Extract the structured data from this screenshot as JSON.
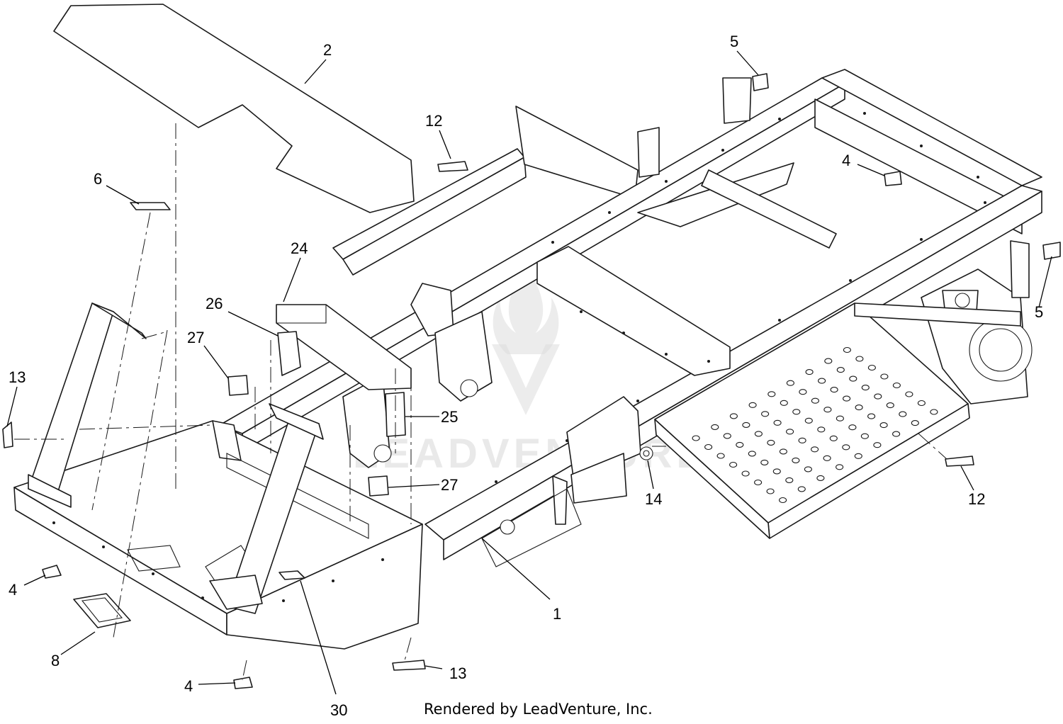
{
  "footer": {
    "credit": "Rendered by LeadVenture, Inc."
  },
  "watermark": {
    "brand": "LEADVENTURE"
  },
  "callouts": [
    {
      "id": "c1",
      "label": "1"
    },
    {
      "id": "c2",
      "label": "2"
    },
    {
      "id": "c4a",
      "label": "4"
    },
    {
      "id": "c4b",
      "label": "4"
    },
    {
      "id": "c4c",
      "label": "4"
    },
    {
      "id": "c5a",
      "label": "5"
    },
    {
      "id": "c5b",
      "label": "5"
    },
    {
      "id": "c6",
      "label": "6"
    },
    {
      "id": "c8",
      "label": "8"
    },
    {
      "id": "c12a",
      "label": "12"
    },
    {
      "id": "c12b",
      "label": "12"
    },
    {
      "id": "c13a",
      "label": "13"
    },
    {
      "id": "c13b",
      "label": "13"
    },
    {
      "id": "c14",
      "label": "14"
    },
    {
      "id": "c24",
      "label": "24"
    },
    {
      "id": "c25",
      "label": "25"
    },
    {
      "id": "c26",
      "label": "26"
    },
    {
      "id": "c27a",
      "label": "27"
    },
    {
      "id": "c27b",
      "label": "27"
    },
    {
      "id": "c30",
      "label": "30"
    }
  ],
  "colors": {
    "line": "#1a1a1a",
    "background": "#ffffff",
    "watermark": "#cfcfcf"
  }
}
